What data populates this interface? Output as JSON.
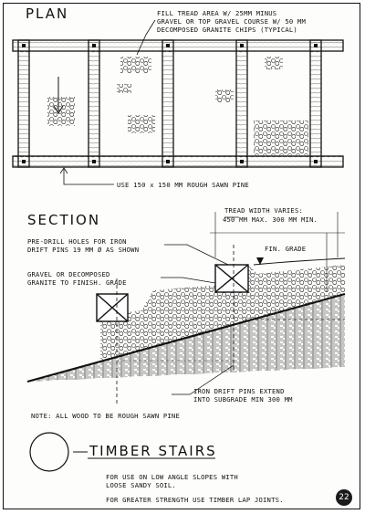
{
  "plan": {
    "title": "PLAN",
    "fill_note": [
      "FILL TREAD AREA W/ 25MM MINUS",
      "GRAVEL OR TOP GRAVEL COURSE W/ 50 MM",
      "DECOMPOSED GRANITE CHIPS (TYPICAL)"
    ],
    "timber_note": "USE 150 x 150 MM ROUGH SAWN PINE"
  },
  "section": {
    "title": "SECTION",
    "tread_note": [
      "TREAD WIDTH VARIES:",
      "450 MM MAX. 300 MM MIN."
    ],
    "drill_note": [
      "PRE-DRILL HOLES FOR IRON",
      "DRIFT PINS 19 MM Ø AS SHOWN"
    ],
    "fin_grade": "FIN. GRADE",
    "gravel_note": [
      "GRAVEL OR DECOMPOSED",
      "GRANITE TO FINISH. GRADE"
    ],
    "drift_note": [
      "IRON DRIFT PINS EXTEND",
      "INTO SUBGRADE MIN 300 MM"
    ],
    "wood_note": "NOTE: ALL WOOD TO BE ROUGH SAWN PINE"
  },
  "footer": {
    "title": "TIMBER STAIRS",
    "line1": [
      "FOR USE ON LOW ANGLE SLOPES WITH",
      "LOOSE SANDY SOIL."
    ],
    "line2": "FOR GREATER STRENGTH USE TIMBER LAP JOINTS.",
    "page_number": "22"
  }
}
